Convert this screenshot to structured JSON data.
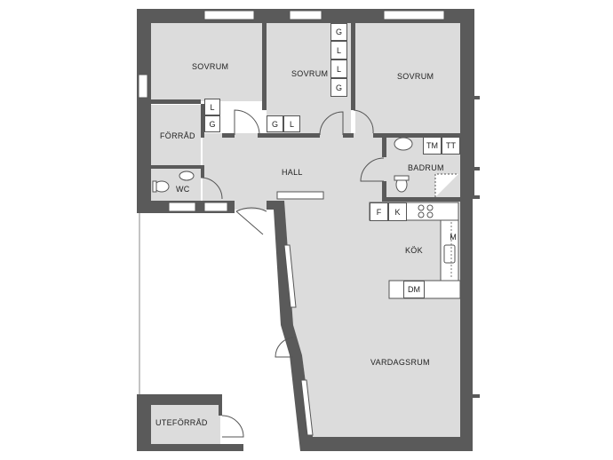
{
  "rooms": {
    "sovrum_1": "SOVRUM",
    "sovrum_2": "SOVRUM",
    "sovrum_3": "SOVRUM",
    "forrad": "FÖRRÅD",
    "hall": "HALL",
    "wc": "WC",
    "badrum": "BADRUM",
    "kok": "KÖK",
    "vardagsrum": "VARDAGSRUM",
    "uteforrad": "UTEFÖRRÅD"
  },
  "fixtures": {
    "g": "G",
    "l": "L",
    "tm": "TM",
    "tt": "TT",
    "f": "F",
    "k": "K",
    "m": "M",
    "dm": "DM"
  },
  "colors": {
    "wall": "#5a5a5a",
    "floor": "#dcdcdc",
    "outline": "#555555",
    "window": "#ffffff"
  }
}
